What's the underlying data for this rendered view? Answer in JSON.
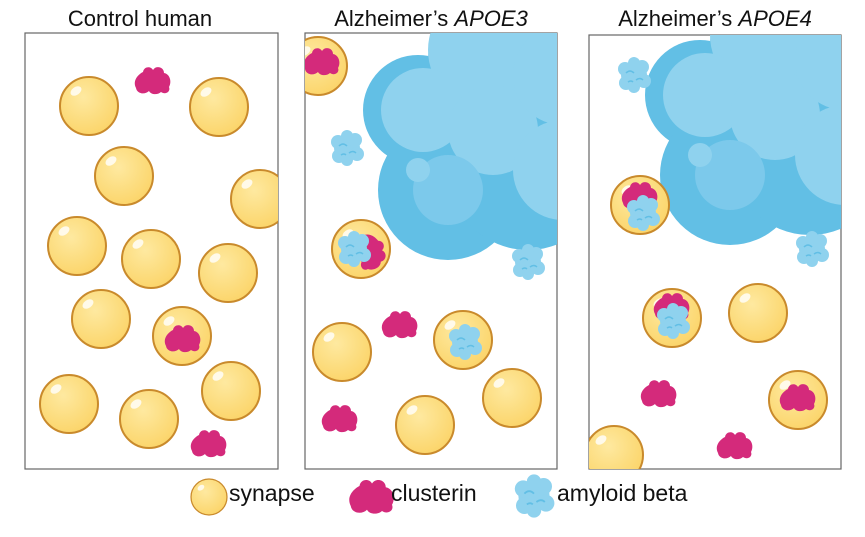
{
  "panels": [
    {
      "title": "Control human"
    },
    {
      "title_prefix": "Alzheimer’s ",
      "title_italic": "APOE3"
    },
    {
      "title_prefix": "Alzheimer’s ",
      "title_italic": "APOE4"
    }
  ],
  "legend": {
    "synapse": "synapse",
    "clusterin": "clusterin",
    "amyloid": "amyloid beta"
  },
  "colors": {
    "synapse_fill": "#fddd7c",
    "synapse_stroke": "#c98a2c",
    "clusterin": "#d42a7b",
    "amyloid_light": "#8fd2ee",
    "amyloid_dark": "#62bfe5"
  }
}
